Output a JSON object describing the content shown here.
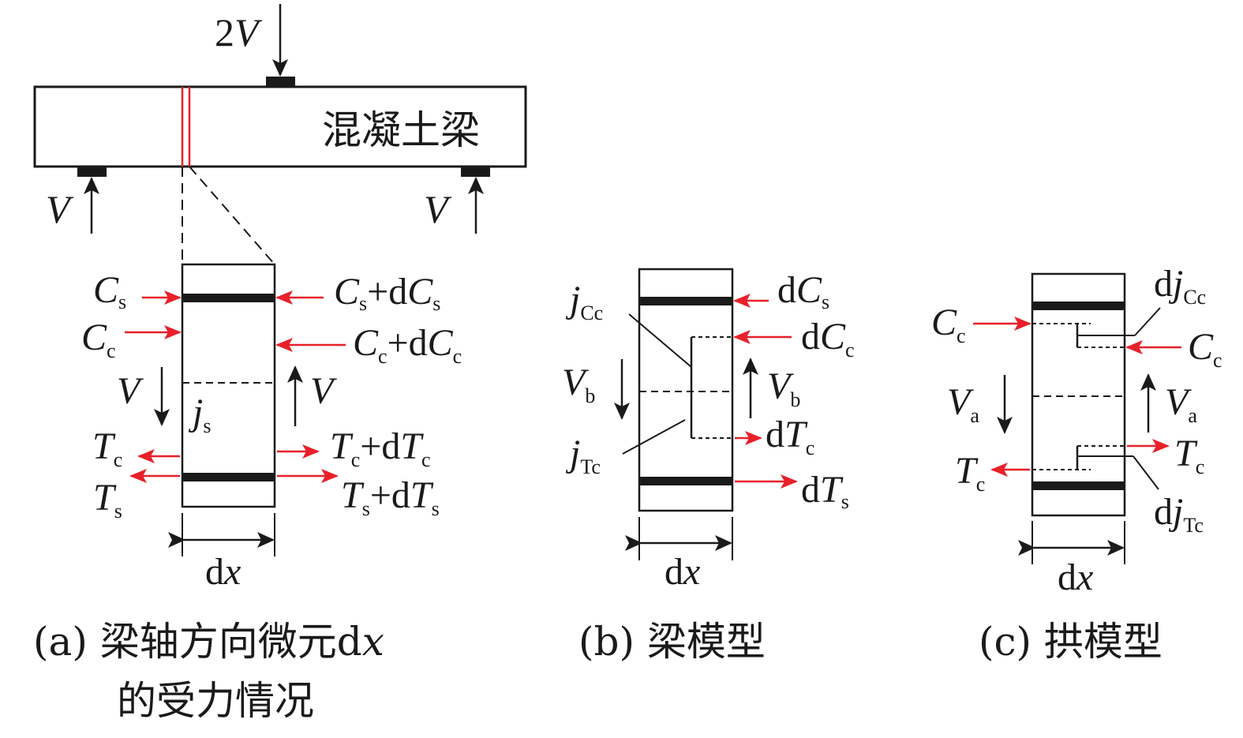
{
  "beam": {
    "label": "混凝土梁",
    "load": {
      "coef": "2",
      "sym": "V"
    },
    "support_left": {
      "sym": "V"
    },
    "support_right": {
      "sym": "V"
    }
  },
  "panel_a": {
    "caption_line1_pre": "(a) 梁轴方向微元d",
    "caption_line1_var": "x",
    "caption_line2": "的受力情况",
    "cs": {
      "sym": "C",
      "sub": "s"
    },
    "cc": {
      "sym": "C",
      "sub": "c"
    },
    "cs_d": {
      "a": "C",
      "as": "s",
      "mid": "+d",
      "b": "C",
      "bs": "s"
    },
    "cc_d": {
      "a": "C",
      "as": "c",
      "mid": "+d",
      "b": "C",
      "bs": "c"
    },
    "v_left": "V",
    "v_right": "V",
    "js": {
      "sym": "j",
      "sub": "s"
    },
    "tc": {
      "sym": "T",
      "sub": "c"
    },
    "ts": {
      "sym": "T",
      "sub": "s"
    },
    "tc_d": {
      "a": "T",
      "as": "c",
      "mid": "+d",
      "b": "T",
      "bs": "c"
    },
    "ts_d": {
      "a": "T",
      "as": "s",
      "mid": "+d",
      "b": "T",
      "bs": "s"
    },
    "dx": {
      "d": "d",
      "x": "x"
    }
  },
  "panel_b": {
    "caption": "(b) 梁模型",
    "jcc": {
      "sym": "j",
      "sub": "Cc"
    },
    "jtc": {
      "sym": "j",
      "sub": "Tc"
    },
    "vb": {
      "sym": "V",
      "sub": "b"
    },
    "vb_r": {
      "sym": "V",
      "sub": "b"
    },
    "dcs": {
      "d": "d",
      "sym": "C",
      "sub": "s"
    },
    "dcc": {
      "d": "d",
      "sym": "C",
      "sub": "c"
    },
    "dtc": {
      "d": "d",
      "sym": "T",
      "sub": "c"
    },
    "dts": {
      "d": "d",
      "sym": "T",
      "sub": "s"
    },
    "dx": {
      "d": "d",
      "x": "x"
    }
  },
  "panel_c": {
    "caption": "(c) 拱模型",
    "cc_l": {
      "sym": "C",
      "sub": "c"
    },
    "cc_r": {
      "sym": "C",
      "sub": "c"
    },
    "djcc": {
      "d": "d",
      "sym": "j",
      "sub": "Cc"
    },
    "djtc": {
      "d": "d",
      "sym": "j",
      "sub": "Tc"
    },
    "va_l": {
      "sym": "V",
      "sub": "a"
    },
    "va_r": {
      "sym": "V",
      "sub": "a"
    },
    "tc_l": {
      "sym": "T",
      "sub": "c"
    },
    "tc_r": {
      "sym": "T",
      "sub": "c"
    },
    "dx": {
      "d": "d",
      "x": "x"
    }
  },
  "colors": {
    "force_arrow": "#e8202a",
    "line": "#1a1a1a"
  }
}
